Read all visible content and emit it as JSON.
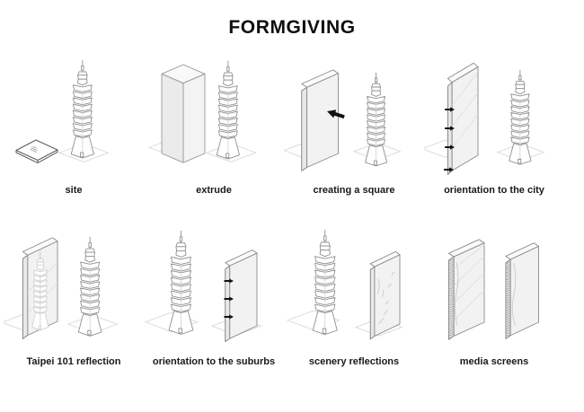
{
  "title": "FORMGIVING",
  "panels": [
    {
      "label": "site"
    },
    {
      "label": "extrude"
    },
    {
      "label": "creating a square"
    },
    {
      "label": "orientation to the city"
    },
    {
      "label": "Taipei 101 reflection"
    },
    {
      "label": "orientation to the suburbs"
    },
    {
      "label": "scenery reflections"
    },
    {
      "label": "media screens"
    }
  ],
  "colors": {
    "background": "#ffffff",
    "title_text": "#0f0f0f",
    "label_text": "#1a1a1a",
    "line_gray": "#909090",
    "ground_gray": "#dcdcdc",
    "slab_fill": "#f2f2f2",
    "box_fill": "#ebebeb",
    "arrow_black": "#111111"
  }
}
